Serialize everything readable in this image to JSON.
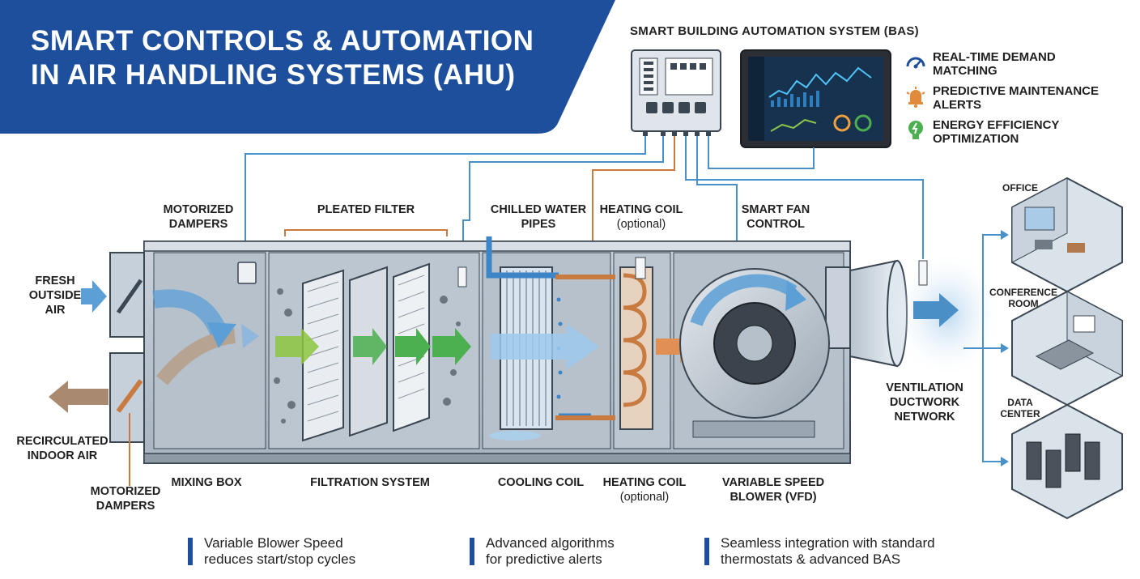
{
  "header": {
    "title_line1": "SMART CONTROLS & AUTOMATION",
    "title_line2": "IN AIR HANDLING SYSTEMS (AHU)"
  },
  "bas": {
    "title": "SMART BUILDING AUTOMATION SYSTEM (BAS)",
    "features": [
      {
        "line1": "REAL-TIME DEMAND",
        "line2": "MATCHING",
        "icon": "gauge-icon"
      },
      {
        "line1": "PREDICTIVE MAINTENANCE",
        "line2": "ALERTS",
        "icon": "alert-bell-icon"
      },
      {
        "line1": "ENERGY EFFICIENCY",
        "line2": "OPTIMIZATION",
        "icon": "lightbulb-icon"
      }
    ]
  },
  "top_labels": {
    "motorized_dampers": [
      "MOTORIZED",
      "DAMPERS"
    ],
    "pleated_filter": "PLEATED FILTER",
    "chilled_water": [
      "CHILLED WATER",
      "PIPES"
    ],
    "heating_coil": "HEATING COIL",
    "heating_coil_sub": "(optional)",
    "smart_fan": [
      "SMART FAN",
      "CONTROL"
    ]
  },
  "side_labels": {
    "fresh_air": [
      "FRESH",
      "OUTSIDE",
      "AIR"
    ],
    "recirculated": [
      "RECIRCULATED",
      "INDOOR AIR"
    ],
    "bottom_dampers": [
      "MOTORIZED",
      "DAMPERS"
    ]
  },
  "bottom_labels": {
    "mixing_box": "MIXING BOX",
    "filtration": "FILTRATION SYSTEM",
    "cooling_coil": "COOLING COIL",
    "heating_coil": "HEATING COIL",
    "heating_coil_sub": "(optional)",
    "blower": [
      "VARIABLE SPEED",
      "BLOWER (VFD)"
    ]
  },
  "ductwork": [
    "VENTILATION",
    "DUCTWORK",
    "NETWORK"
  ],
  "rooms": {
    "office": "OFFICE",
    "conference": [
      "CONFERENCE",
      "ROOM"
    ],
    "data_center": [
      "DATA",
      "CENTER"
    ]
  },
  "notes": [
    {
      "line1": "Variable Blower Speed",
      "line2": "reduces start/stop cycles"
    },
    {
      "line1": "Advanced algorithms",
      "line2": "for predictive alerts"
    },
    {
      "line1": "Seamless integration with standard",
      "line2": "thermostats & advanced BAS"
    }
  ],
  "colors": {
    "banner": "#1e4f9c",
    "wire": "#4a90c6",
    "pipe_hot": "#c97a3e",
    "air_blue": "#5b9fd6",
    "air_green": "#4caf50",
    "note_bar": "#1e4f9c"
  }
}
